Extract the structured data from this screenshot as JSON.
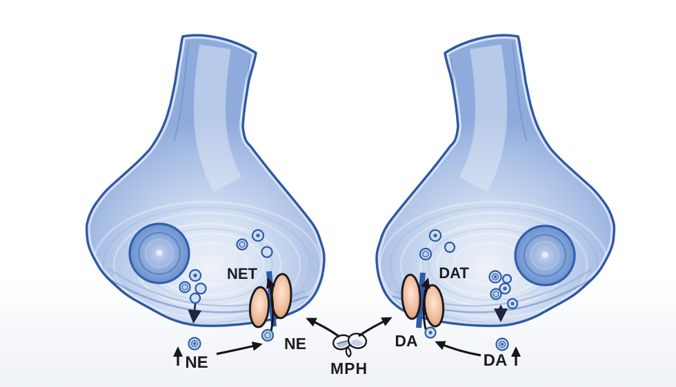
{
  "diagram": {
    "left": {
      "transporter": "NET",
      "transmitter": "NE",
      "increased": "NE"
    },
    "right": {
      "transporter": "DAT",
      "transmitter": "DA",
      "increased": "DA"
    },
    "drug": "MPH",
    "colors": {
      "terminal_fill": "#b9cbe9",
      "terminal_fill_light": "#ecf1f9",
      "terminal_outline": "#2d59a4",
      "vesicle_fill": "#cfe0f2",
      "vesicle_outline": "#2d59a4",
      "vesicle_pool_fill": "#7e9fd4",
      "transporter_fill": "#f2c4a5",
      "transporter_outline": "#1a1a1e",
      "arrow": "#15151a",
      "release_arrow": "#1d2742",
      "label_text": "#1d1d20",
      "pill_fill": "#f3f7fb",
      "background": "#ffffff"
    }
  }
}
